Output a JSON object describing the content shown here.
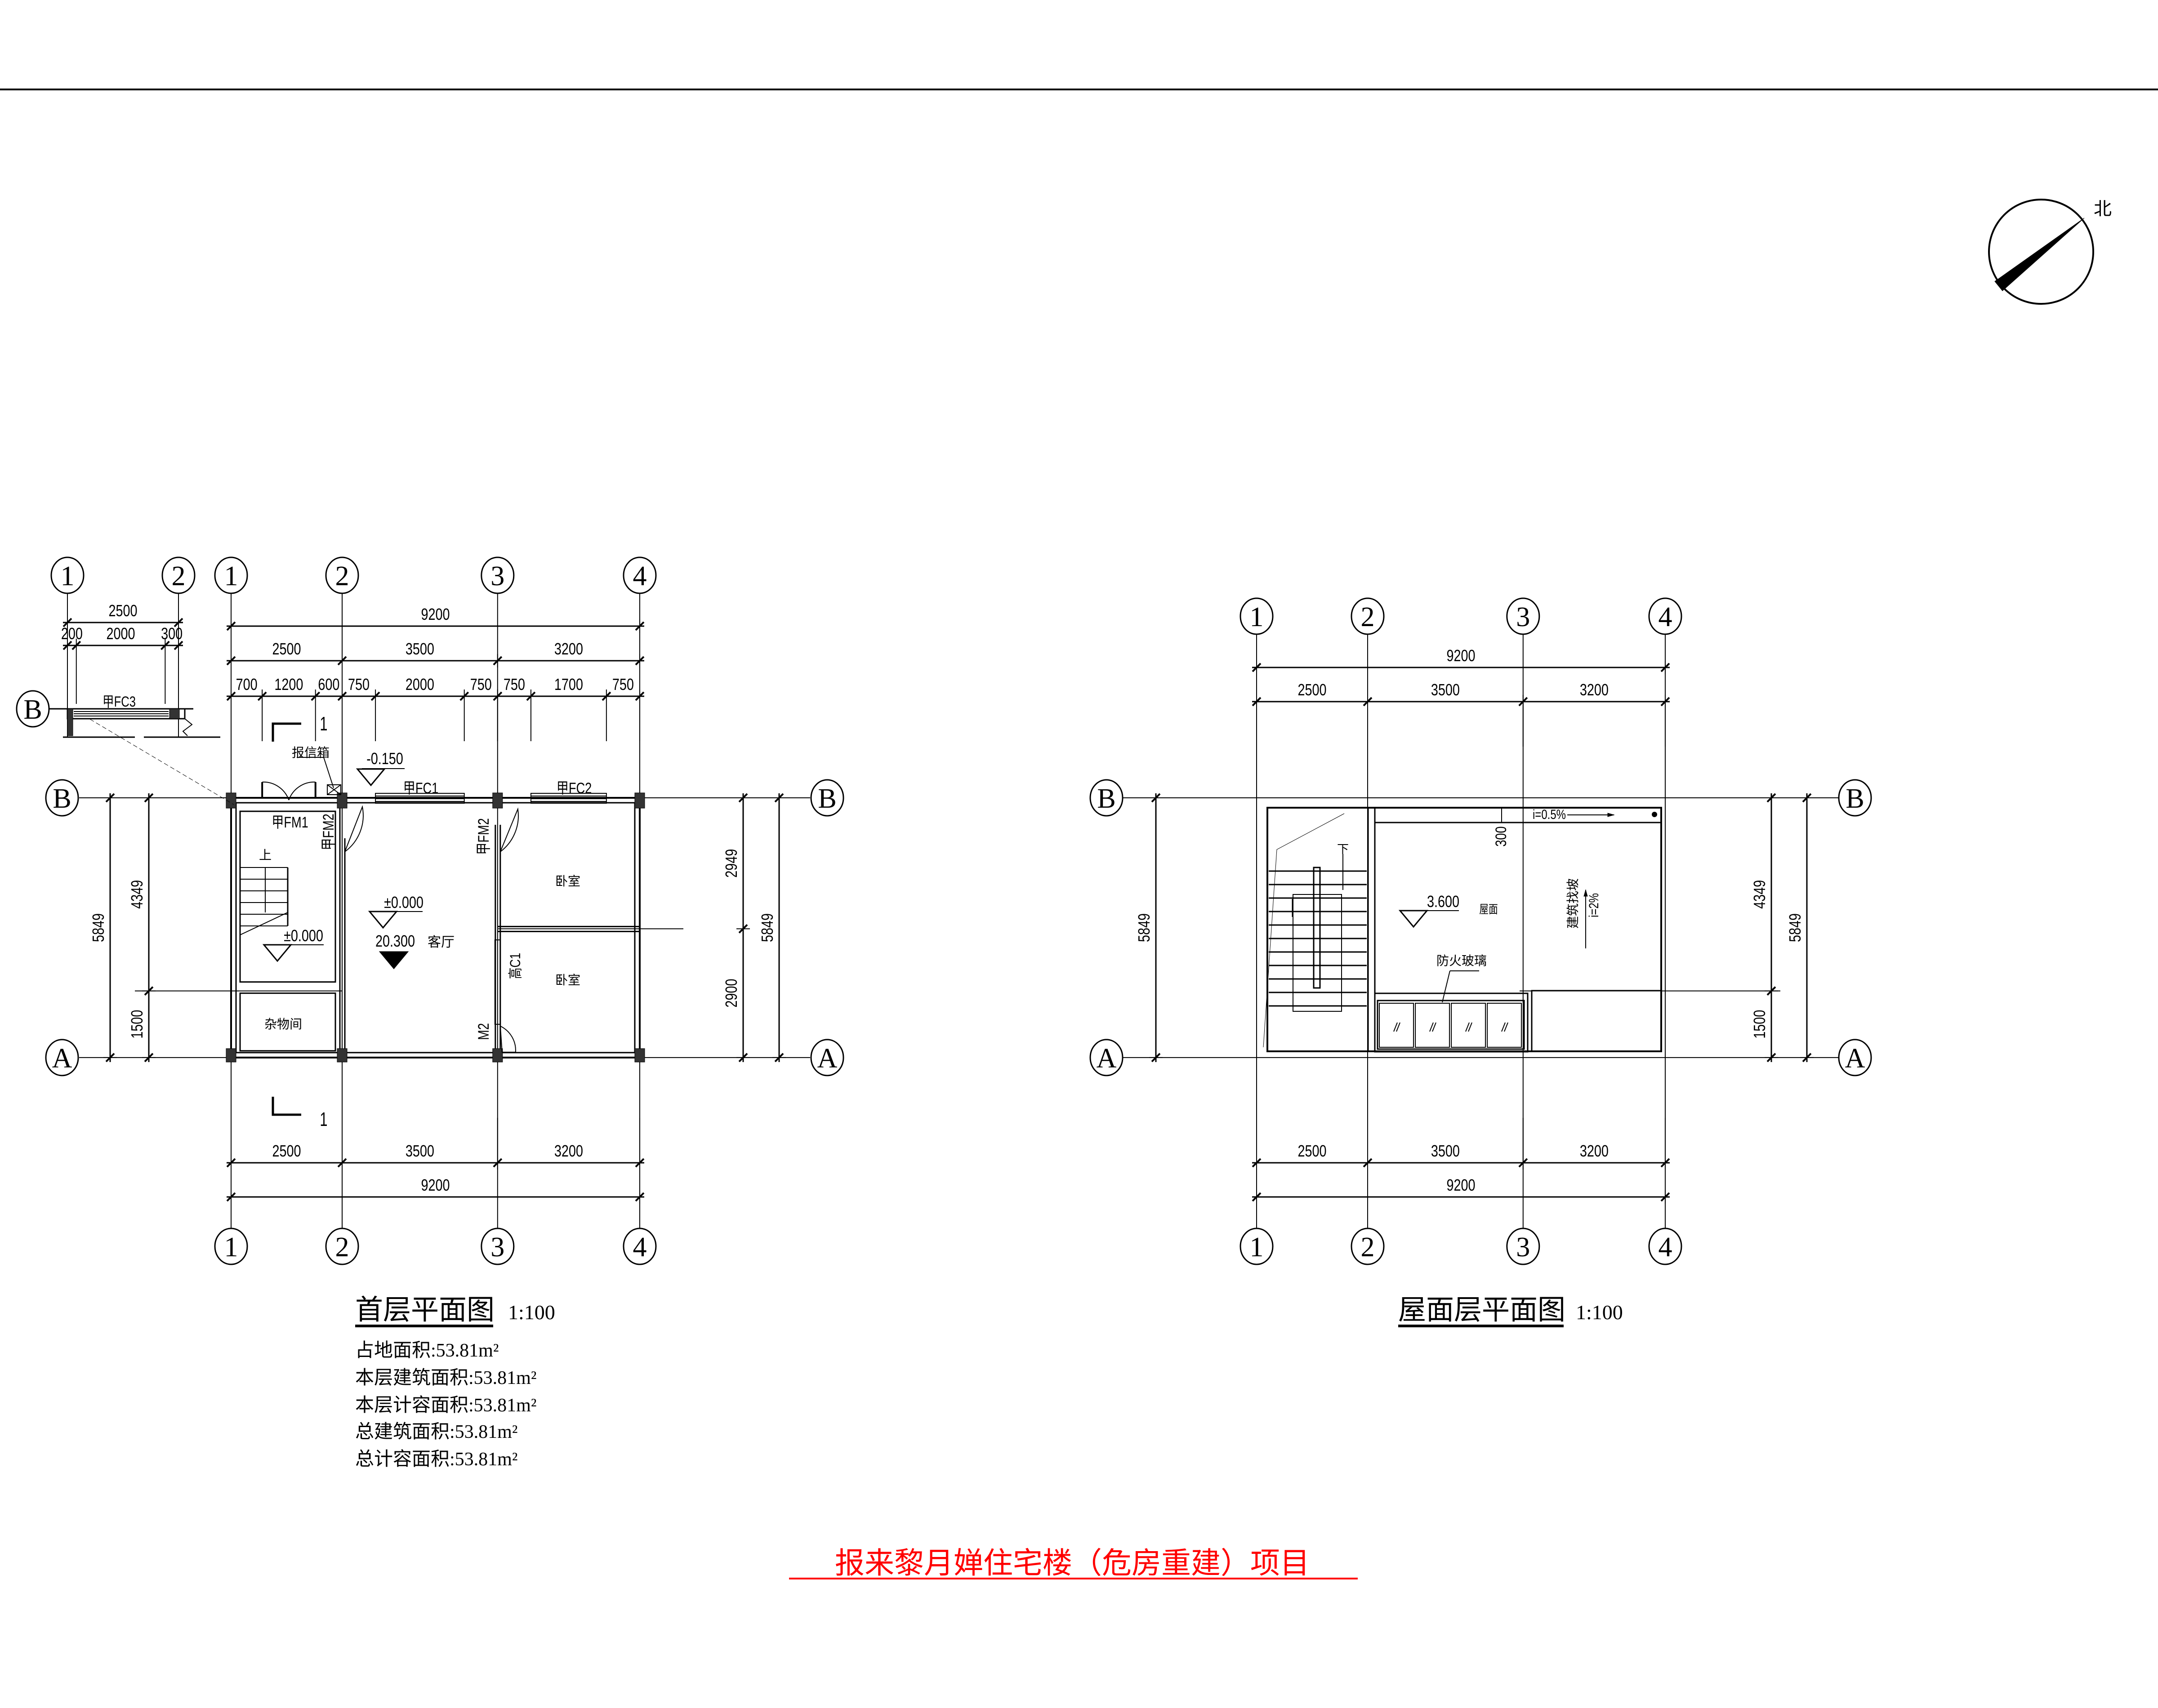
{
  "north_label": "北",
  "plan1": {
    "axes_x": [
      "1",
      "2",
      "3",
      "4"
    ],
    "axes_y": [
      "B",
      "A"
    ],
    "dims_top_total": [
      "9200"
    ],
    "dims_top_axes": [
      "2500",
      "3500",
      "3200"
    ],
    "dims_top_detail": [
      "700",
      "1200",
      "600",
      "750",
      "2000",
      "750",
      "750",
      "1700",
      "750"
    ],
    "dims_bottom_axes": [
      "2500",
      "3500",
      "3200"
    ],
    "dims_bottom_total": [
      "9200"
    ],
    "dims_left_total": [
      "5849"
    ],
    "dims_left_axes": [
      "4349",
      "1500"
    ],
    "dims_right_axes": [
      "2949",
      "2900"
    ],
    "dims_right_total": [
      "5849"
    ],
    "section_mark": "1",
    "labels": {
      "mailbox": "报信箱",
      "elev_outdoor": "-0.150",
      "window_fc1": "甲FC1",
      "window_fc2": "甲FC2",
      "door_fm1": "甲FM1",
      "door_fm2_a": "甲FM2",
      "door_fm2_b": "甲FM2",
      "stair_up": "上",
      "bedroom_1": "卧室",
      "bedroom_2": "卧室",
      "elev_living": "±0.000",
      "elev_stair": "±0.000",
      "elev_top": "20.300",
      "living_room": "客厅",
      "window_c1": "高C1",
      "storage": "杂物间",
      "door_m2": "M2"
    },
    "title": "首层平面图",
    "scale": "1:100",
    "areas": [
      "占地面积:53.81m²",
      "本层建筑面积:53.81m²",
      "本层计容面积:53.81m²",
      "总建筑面积:53.81m²",
      "总计容面积:53.81m²"
    ]
  },
  "detail": {
    "axes_x": [
      "1",
      "2"
    ],
    "axis_y": "B",
    "dim_total": [
      "2500"
    ],
    "dims": [
      "200",
      "2000",
      "300"
    ],
    "window": "甲FC3"
  },
  "roof": {
    "axes_x": [
      "1",
      "2",
      "3",
      "4"
    ],
    "axes_y": [
      "B",
      "A"
    ],
    "dims_top_total": [
      "9200"
    ],
    "dims_top_axes": [
      "2500",
      "3500",
      "3200"
    ],
    "dims_bottom_axes": [
      "2500",
      "3500",
      "3200"
    ],
    "dims_bottom_total": [
      "9200"
    ],
    "dims_left_total": [
      "5849"
    ],
    "dims_right_axes": [
      "4349",
      "1500"
    ],
    "dims_right_total": [
      "5849"
    ],
    "labels": {
      "slope_gutter": "i=0.5%",
      "parapet_offset": "300",
      "stair_down": "下",
      "elev_roof": "3.600",
      "roof": "屋面",
      "slope_method": "建筑找坡",
      "slope_roof": "i=2%",
      "fire_glass": "防火玻璃"
    },
    "title": "屋面层平面图",
    "scale": "1:100"
  },
  "project_title": "报来黎月婵住宅楼（危房重建）项目",
  "colors": {
    "line": "#000000",
    "project_title": "#ff0000"
  }
}
